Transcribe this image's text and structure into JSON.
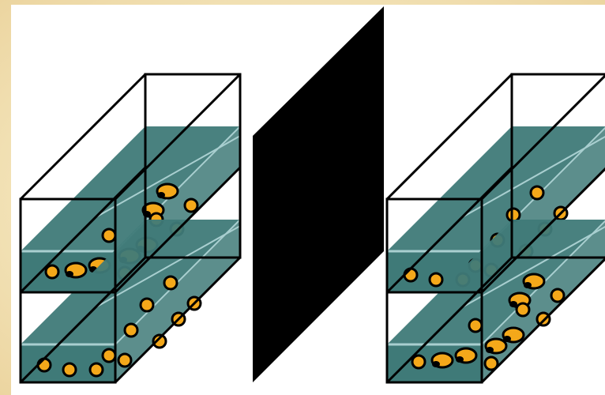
{
  "colors": {
    "background": "#f2e2b4",
    "panel": "#ffffff",
    "water": "#3f7a78",
    "water_light": "#a9cfd0",
    "particle": "#f4a81a",
    "outline": "#000000",
    "membrane": "#000000"
  },
  "containers": [
    {
      "id": "left",
      "levels": [
        {
          "id": "upper",
          "particle_style": "clumped"
        },
        {
          "id": "lower",
          "particle_style": "dispersed"
        }
      ]
    },
    {
      "id": "right",
      "levels": [
        {
          "id": "upper",
          "particle_style": "dispersed"
        },
        {
          "id": "lower",
          "particle_style": "clumped"
        }
      ]
    }
  ],
  "divider": {
    "type": "membrane",
    "color": "#000000"
  }
}
